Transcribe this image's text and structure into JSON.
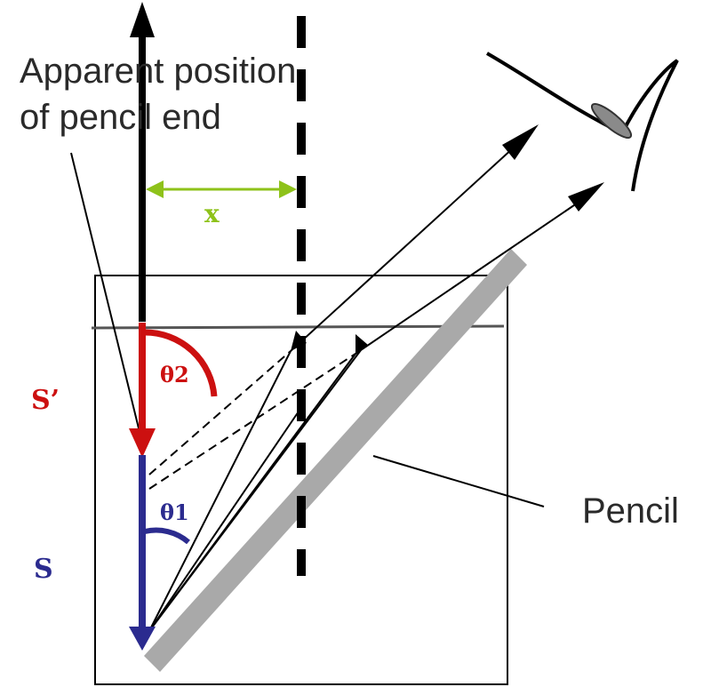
{
  "labels": {
    "apparent_line1": "Apparent position",
    "apparent_line2": "of pencil end",
    "pencil": "Pencil",
    "x": "x",
    "s_prime": "S’",
    "s": "S",
    "theta2": "θ2",
    "theta1": "θ1"
  },
  "colors": {
    "red": "#cc1010",
    "blue": "#2b2b8f",
    "green": "#8ec21a",
    "pencil": "#a9a9a9"
  }
}
